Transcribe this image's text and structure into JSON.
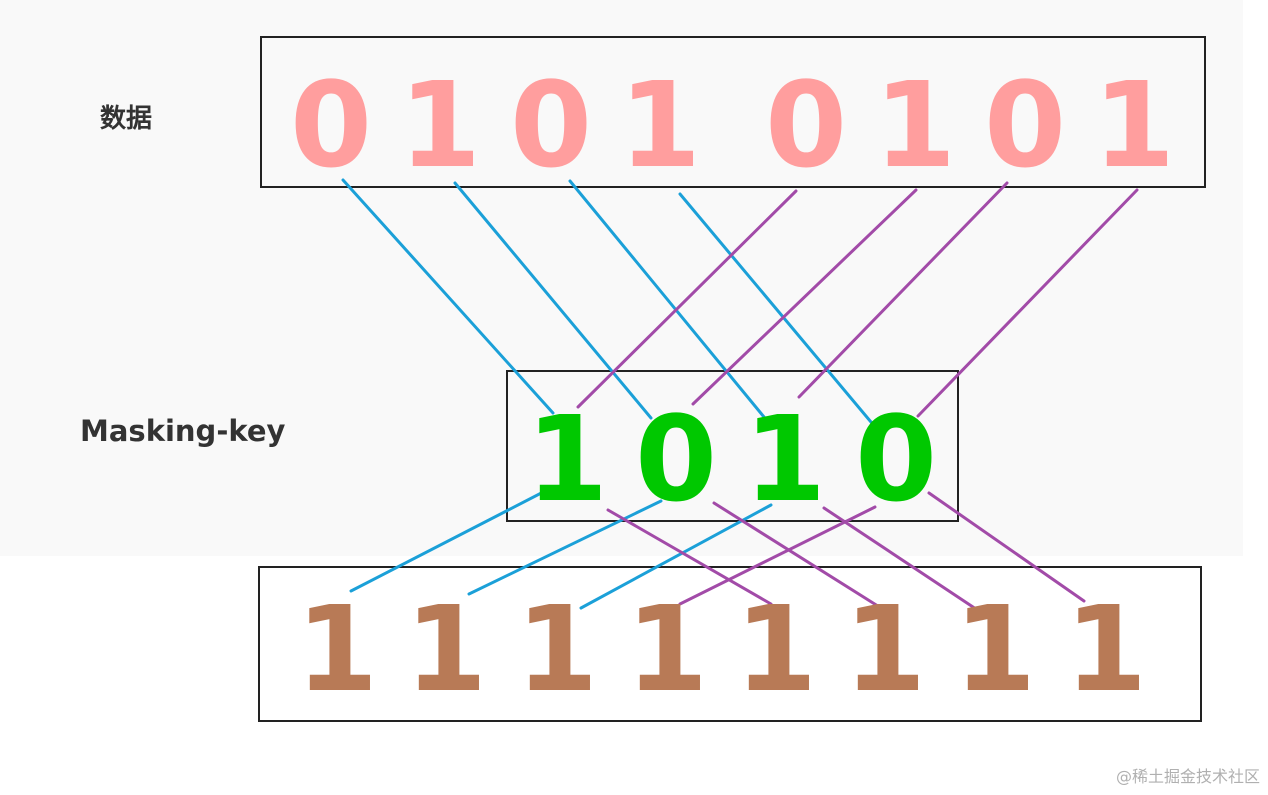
{
  "labels": {
    "data": "数据",
    "masking_key": "Masking-key"
  },
  "data_bits": [
    "0",
    "1",
    "0",
    "1",
    "0",
    "1",
    "0",
    "1"
  ],
  "mask_bits": [
    "1",
    "0",
    "1",
    "0"
  ],
  "result_bits": [
    "1",
    "1",
    "1",
    "1",
    "1",
    "1",
    "1",
    "1"
  ],
  "colors": {
    "data_digit": "#ff9e9e",
    "mask_digit": "#00c800",
    "result_digit": "#b87a56",
    "line_blue": "#1ba0d8",
    "line_purple": "#a24ba8",
    "box_border": "#222222"
  },
  "watermark": "@稀土掘金技术社区"
}
